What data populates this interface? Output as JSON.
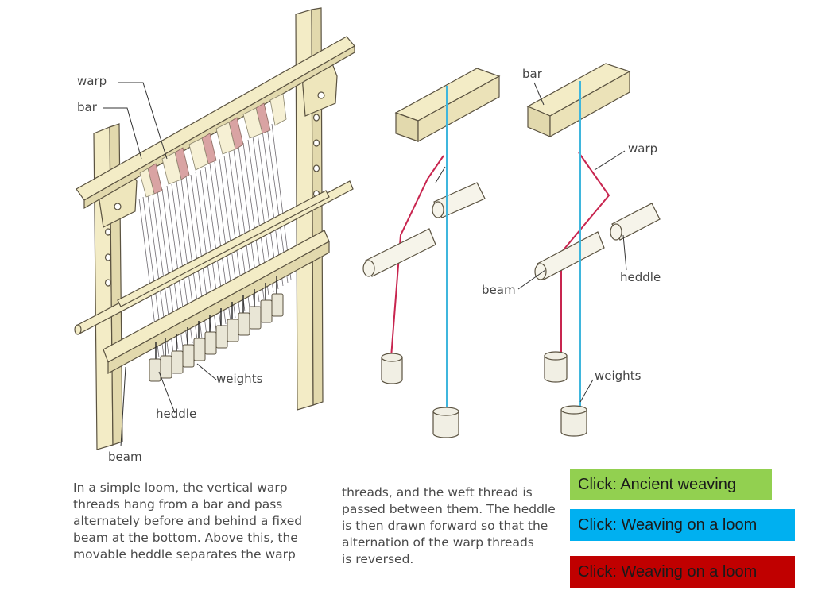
{
  "labels": {
    "loom_warp": "warp",
    "loom_bar": "bar",
    "loom_weights": "weights",
    "loom_heddle": "heddle",
    "loom_beam": "beam",
    "diagram_bar": "bar",
    "diagram_warp": "warp",
    "diagram_heddle": "heddle",
    "diagram_beam": "beam",
    "diagram_weights": "weights"
  },
  "caption_left": [
    "In a simple loom, the vertical warp",
    "threads hang from a bar and pass",
    "alternately before and behind a fixed",
    "beam at the bottom. Above this, the",
    "movable heddle separates the warp"
  ],
  "caption_right": [
    "threads, and the weft thread is",
    "passed between them. The heddle",
    "is then drawn forward so that the",
    "alternation of the warp threads",
    "is reversed."
  ],
  "buttons": [
    {
      "label": "Click: Ancient weaving",
      "color": "#92d050",
      "text_color": "#1a1a1a"
    },
    {
      "label": "Click: Weaving on a loom",
      "color": "#00b0f0",
      "text_color": "#1a1a1a"
    },
    {
      "label": "Click: Weaving on a loom",
      "color": "#c00000",
      "text_color": "#1a1a1a"
    }
  ],
  "colors": {
    "wood": "#f3ecc6",
    "wood_edge": "#5a5240",
    "red_thread": "#c8254f",
    "blue_thread": "#3fb6dd",
    "warp_pink": "#d9a3a3"
  }
}
